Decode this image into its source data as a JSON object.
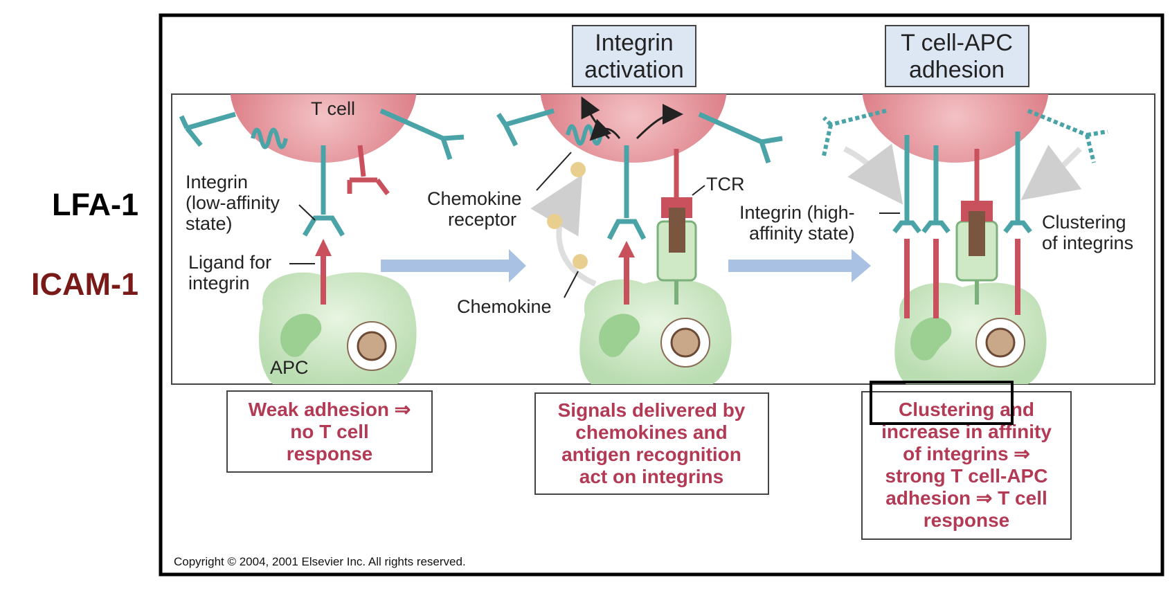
{
  "side_labels": {
    "lfa1": "LFA-1",
    "icam1": "ICAM-1"
  },
  "headers": {
    "integrin_activation": [
      "Integrin",
      "activation"
    ],
    "adhesion": [
      "T cell-APC",
      "adhesion"
    ]
  },
  "labels": {
    "t_cell": "T cell",
    "integrin_low": [
      "Integrin",
      "(low-affinity",
      "state)"
    ],
    "ligand": [
      "Ligand for",
      "integrin"
    ],
    "apc": "APC",
    "chemokine_receptor": [
      "Chemokine",
      "receptor"
    ],
    "chemokine": "Chemokine",
    "tcr": "TCR",
    "integrin_high": [
      "Integrin (high-",
      "affinity state)"
    ],
    "clustering": [
      "Clustering",
      "of integrins"
    ]
  },
  "captions": {
    "panel1": [
      "Weak adhesion ⇒",
      "no T cell",
      "response"
    ],
    "panel2": [
      "Signals delivered by",
      "chemokines and",
      "antigen recognition",
      "act on integrins"
    ],
    "panel3": [
      "Clustering and",
      "increase in affinity",
      "of integrins ⇒",
      "strong T cell-APC",
      "adhesion ⇒ T cell",
      "response"
    ]
  },
  "copyright": "Copyright © 2004, 2001 Elsevier Inc. All rights reserved.",
  "colors": {
    "tcell": "#e2878f",
    "apc": "#cfe8c6",
    "integrin": "#4aa3a6",
    "ligand": "#c9515e",
    "caption_text": "#b33a55",
    "header_box": "#dde7f3",
    "arrow": "#a9c1e3"
  }
}
